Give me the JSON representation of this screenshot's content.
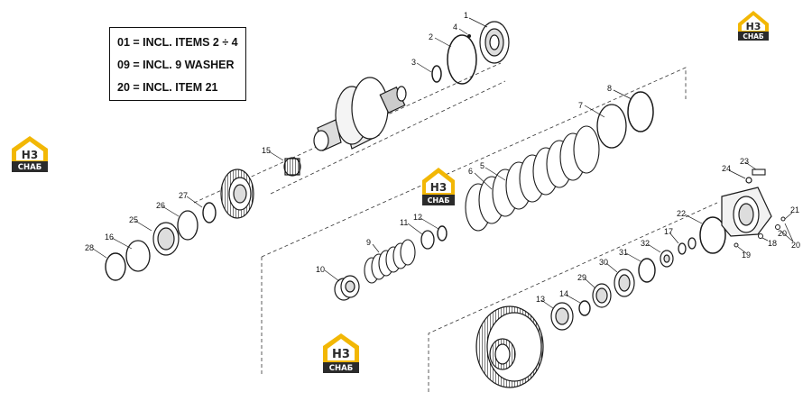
{
  "legend": {
    "rows": [
      "01 = INCL. ITEMS 2 ÷ 4",
      "09 = INCL. 9 WASHER",
      "20 = INCL. ITEM 21"
    ]
  },
  "callouts": [
    "1",
    "2",
    "3",
    "4",
    "5",
    "6",
    "7",
    "8",
    "9",
    "10",
    "11",
    "12",
    "13",
    "14",
    "15",
    "16",
    "17",
    "18",
    "19",
    "20",
    "20",
    "21",
    "22",
    "23",
    "24",
    "25",
    "26",
    "27",
    "28",
    "29",
    "30",
    "31",
    "32"
  ],
  "logo": {
    "letters": "H3",
    "word": "СНАБ",
    "colors": {
      "yellow": "#f2b705",
      "dark": "#2b2b2b"
    }
  },
  "colors": {
    "line": "#1a1a1a",
    "background": "#ffffff"
  }
}
